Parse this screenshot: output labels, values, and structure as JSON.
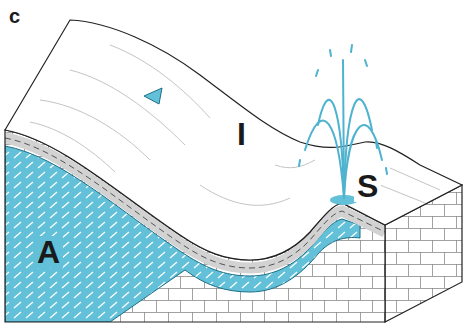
{
  "diagram": {
    "labels": [
      "c",
      "I",
      "A",
      "S"
    ]
  }
}
